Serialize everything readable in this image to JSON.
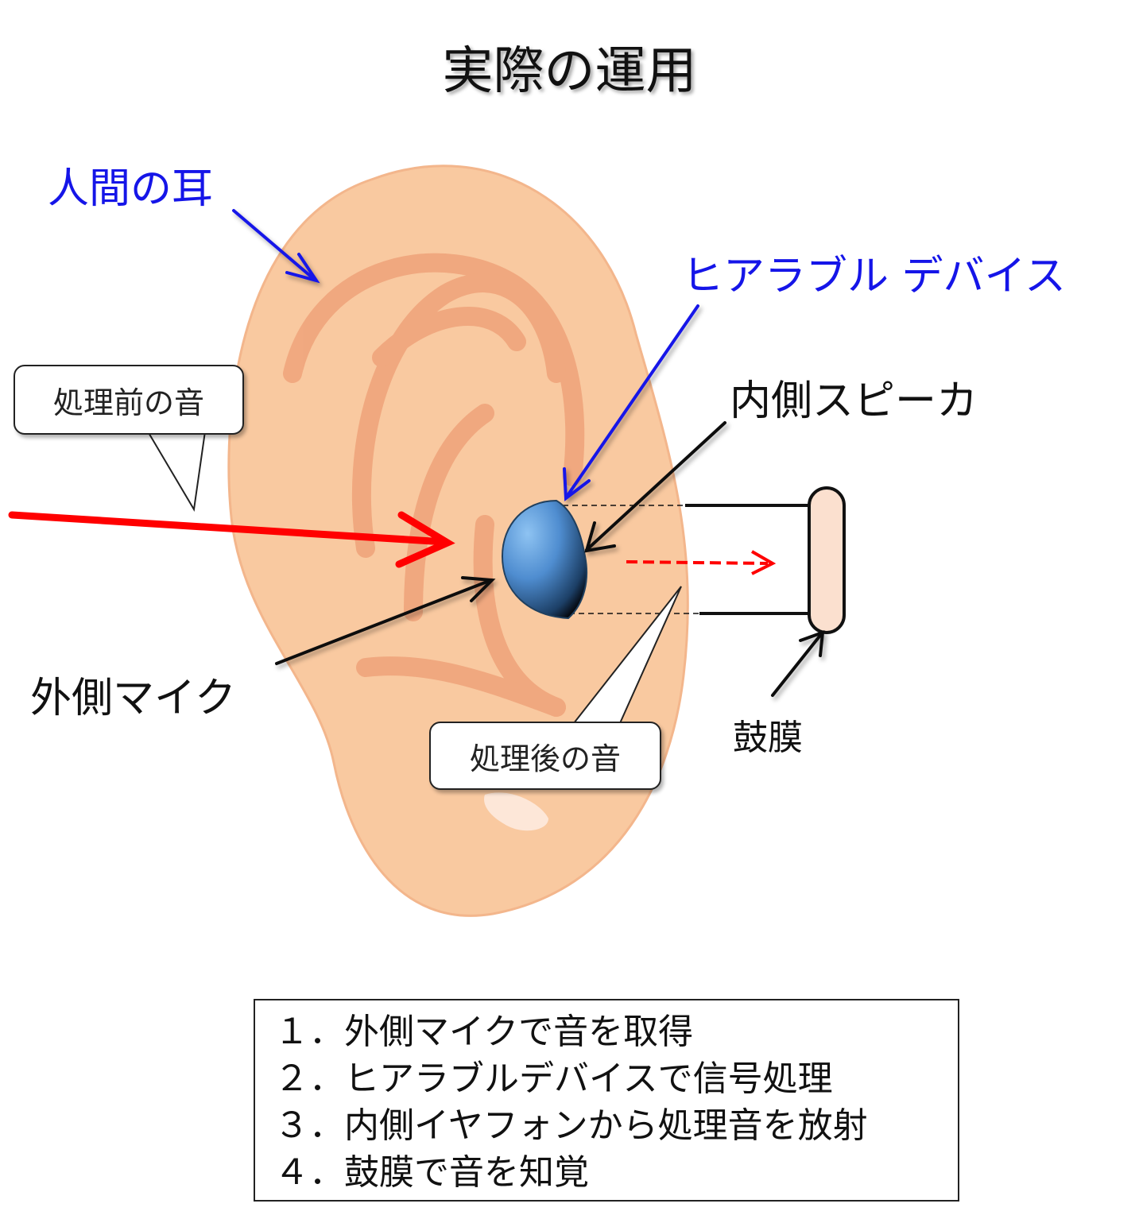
{
  "title": "実際の運用",
  "labels": {
    "human_ear": "人間の耳",
    "hearable_device": "ヒアラブル デバイス",
    "inner_speaker": "内側スピーカ",
    "outer_mic": "外側マイク",
    "eardrum": "鼓膜"
  },
  "bubbles": {
    "before": "処理前の音",
    "after": "処理後の音"
  },
  "steps": [
    "１．外側マイクで音を取得",
    "２．ヒアラブルデバイスで信号処理",
    "３．内側イヤフォンから処理音を放射",
    "４．鼓膜で音を知覚"
  ],
  "colors": {
    "label_blue": "#1515e8",
    "sound_arrow_red": "#ff0000",
    "ear_skin": "#f9c9a0",
    "ear_fold": "#f0a57c",
    "device_blue": "#4f8dd0",
    "eardrum_fill": "#fbe0cf"
  }
}
